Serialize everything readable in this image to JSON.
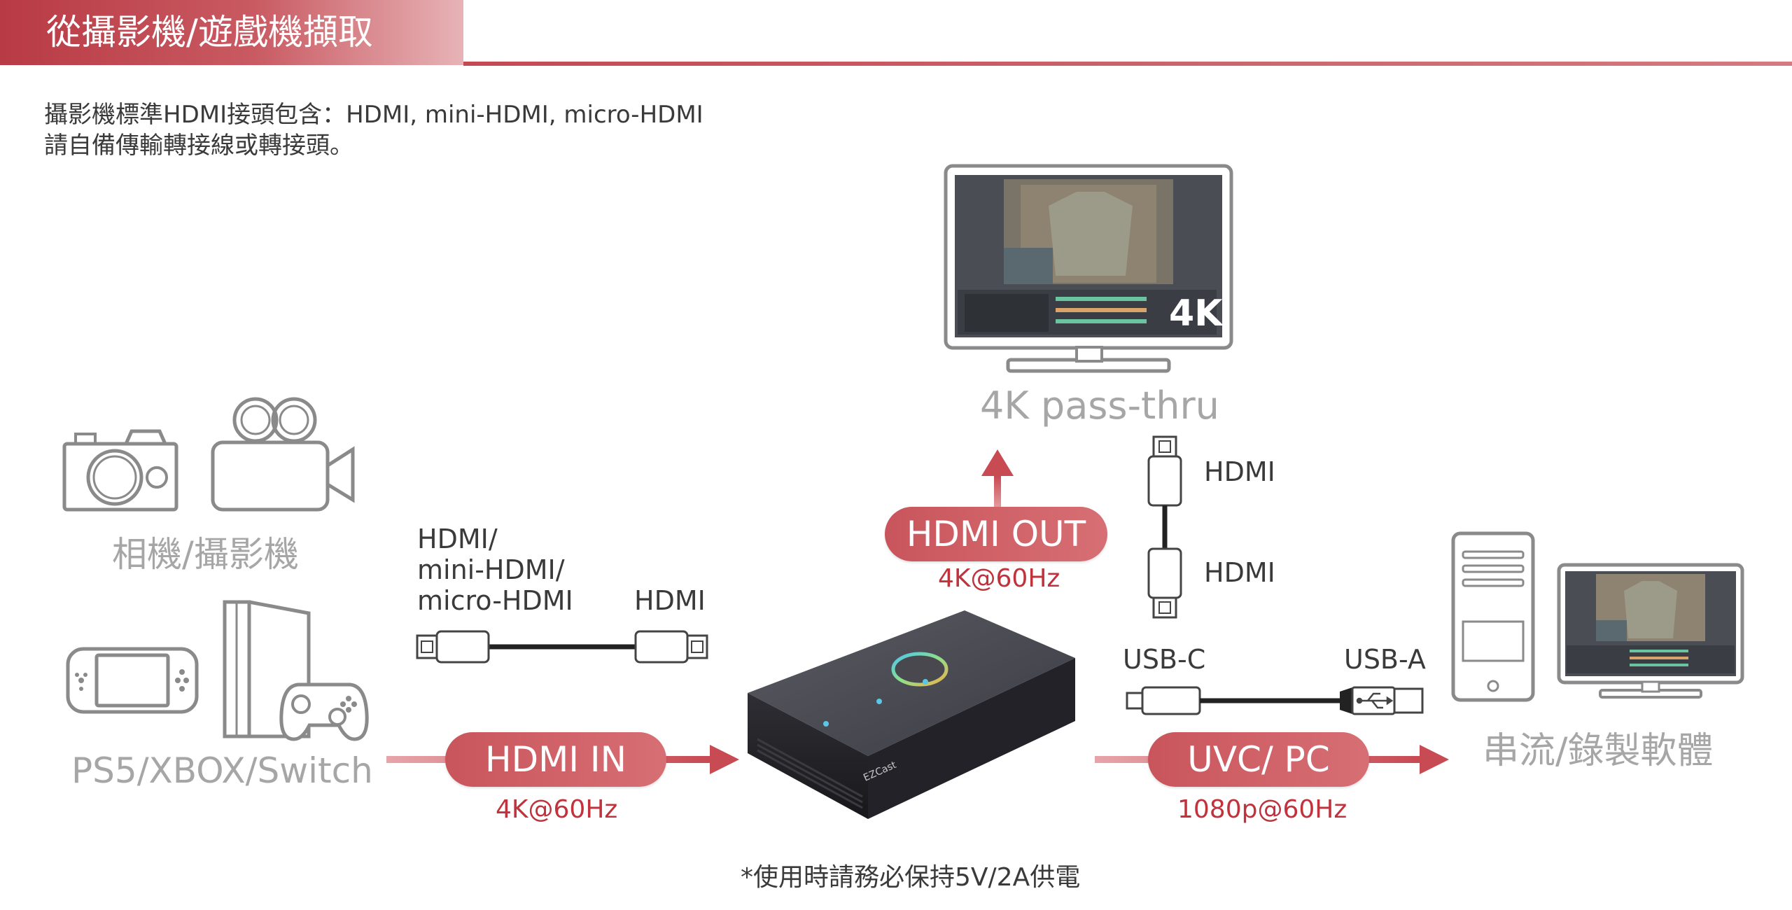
{
  "header": {
    "title": "從攝影機/遊戲機擷取"
  },
  "note": {
    "line1": "攝影機標準HDMI接頭包含：HDMI, mini-HDMI, micro-HDMI",
    "line2": "請自備傳輸轉接線或轉接頭。"
  },
  "sources": {
    "camera_label": "相機/攝影機",
    "console_label": "PS5/XBOX/Switch"
  },
  "input_cable": {
    "left_label_1": "HDMI/",
    "left_label_2": "mini-HDMI/",
    "left_label_3": "micro-HDMI",
    "right_label": "HDMI"
  },
  "hdmi_in": {
    "label": "HDMI IN",
    "spec": "4K@60Hz"
  },
  "hdmi_out": {
    "label": "HDMI OUT",
    "spec": "4K@60Hz"
  },
  "monitor": {
    "badge": "4K",
    "caption": "4K pass-thru"
  },
  "out_cable": {
    "top_label": "HDMI",
    "bottom_label": "HDMI"
  },
  "usb_cable": {
    "left_label": "USB-C",
    "right_label": "USB-A"
  },
  "uvc": {
    "label": "UVC/ PC",
    "spec": "1080p@60Hz"
  },
  "pc": {
    "caption": "串流/錄製軟體"
  },
  "device": {
    "brand": "EZCast"
  },
  "footnote": "*使用時請務必保持5V/2A供電",
  "colors": {
    "accent": "#c0333d",
    "pill": "#d0606a",
    "gray_text": "#a6a6a6",
    "icon_stroke": "#8a8a8a"
  }
}
